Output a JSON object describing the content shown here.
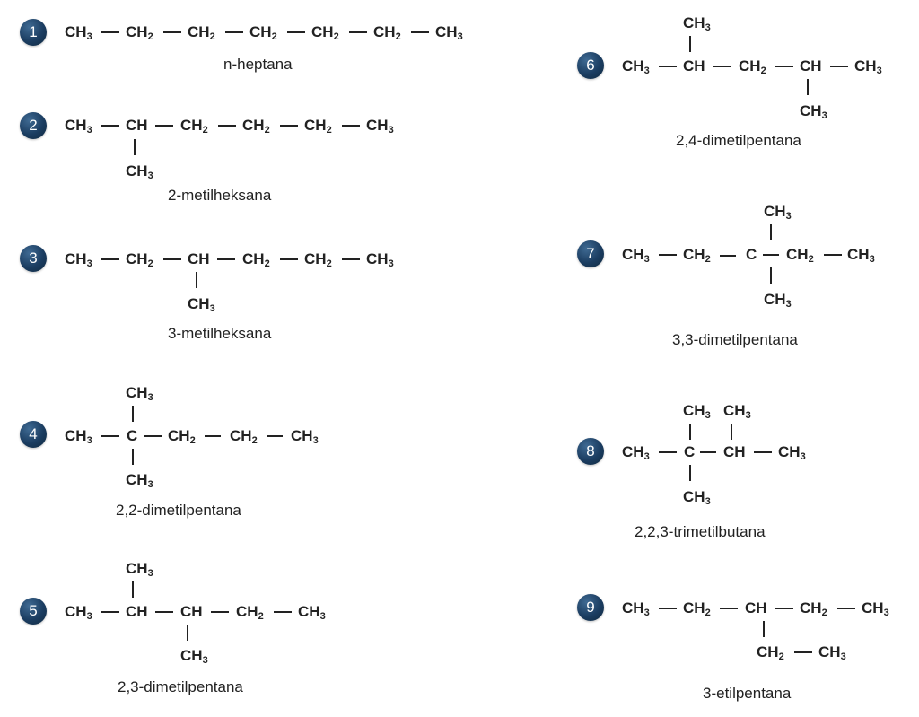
{
  "groups": "CH3",
  "compounds": [
    {
      "number": "1",
      "name": "n-heptana"
    },
    {
      "number": "2",
      "name": "2-metilheksana"
    },
    {
      "number": "3",
      "name": "3-metilheksana"
    },
    {
      "number": "4",
      "name": "2,2-dimetilpentana"
    },
    {
      "number": "5",
      "name": "2,3-dimetilpentana"
    },
    {
      "number": "6",
      "name": "2,4-dimetilpentana"
    },
    {
      "number": "7",
      "name": "3,3-dimetilpentana"
    },
    {
      "number": "8",
      "name": "2,2,3-trimetilbutana"
    },
    {
      "number": "9",
      "name": "3-etilpentana"
    }
  ],
  "groups_labels": {
    "ch3": "CH",
    "ch2": "CH",
    "ch": "CH",
    "c": "C",
    "sub3": "3",
    "sub2": "2"
  },
  "colors": {
    "badge": "#1b3d61",
    "text": "#222222",
    "background": "#ffffff"
  }
}
